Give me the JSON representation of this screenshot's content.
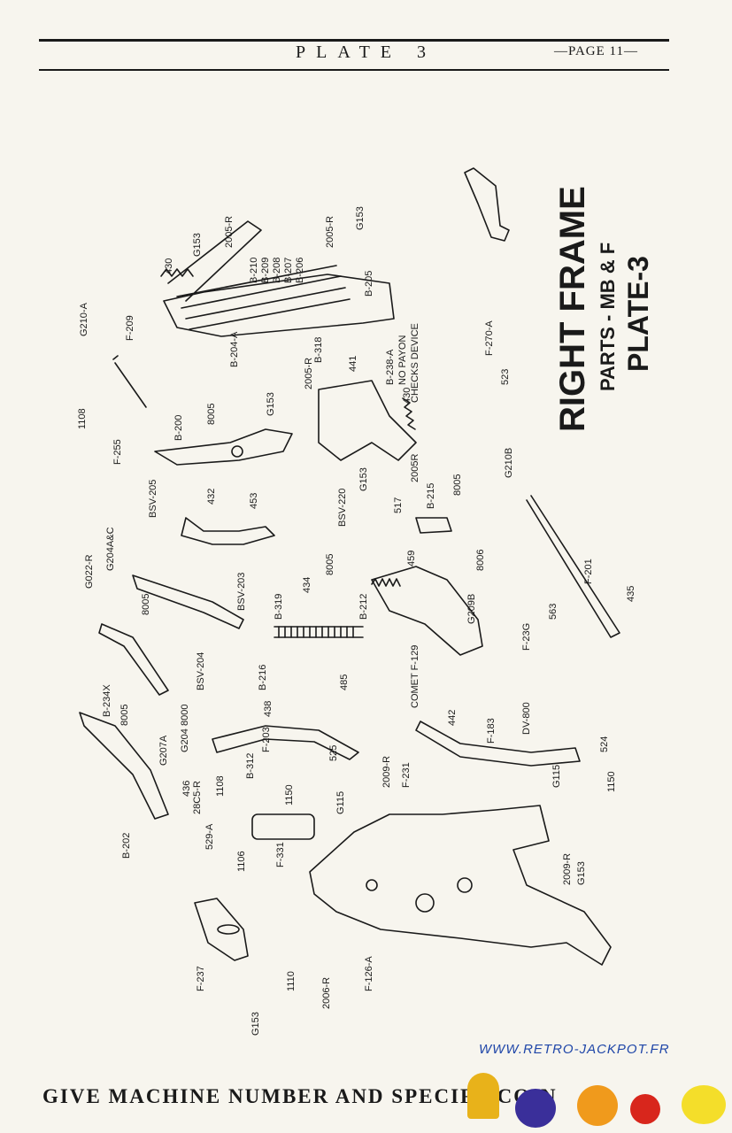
{
  "header": {
    "title": "PLATE 3",
    "page": "—PAGE 11—"
  },
  "diagram_title": {
    "line1": "RIGHT FRAME",
    "line2": "PARTS - MB & F",
    "line3": "PLATE-3"
  },
  "note": {
    "ref": "B-238-A",
    "line1": "NO PAYON",
    "line2": "CHECKS DEVICE"
  },
  "part_labels": [
    {
      "text": "430"
    },
    {
      "text": "G153"
    },
    {
      "text": "2005-R"
    },
    {
      "text": "B-210"
    },
    {
      "text": "B-209"
    },
    {
      "text": "B-208"
    },
    {
      "text": "B-207"
    },
    {
      "text": "B-206"
    },
    {
      "text": "2005-R"
    },
    {
      "text": "G153"
    },
    {
      "text": "B-205"
    },
    {
      "text": "B-204-A"
    },
    {
      "text": "B-318"
    },
    {
      "text": "G210-A"
    },
    {
      "text": "F-209"
    },
    {
      "text": "441"
    },
    {
      "text": "430"
    },
    {
      "text": "G153"
    },
    {
      "text": "2005-R"
    },
    {
      "text": "F-270-A"
    },
    {
      "text": "523"
    },
    {
      "text": "1108"
    },
    {
      "text": "F-255"
    },
    {
      "text": "B-200"
    },
    {
      "text": "8005"
    },
    {
      "text": "2005R"
    },
    {
      "text": "8005"
    },
    {
      "text": "G210B"
    },
    {
      "text": "G153"
    },
    {
      "text": "B-215"
    },
    {
      "text": "517"
    },
    {
      "text": "432"
    },
    {
      "text": "453"
    },
    {
      "text": "BSV-205"
    },
    {
      "text": "BSV-220"
    },
    {
      "text": "459"
    },
    {
      "text": "8006"
    },
    {
      "text": "F-201"
    },
    {
      "text": "G022-R"
    },
    {
      "text": "G204A&C"
    },
    {
      "text": "8005"
    },
    {
      "text": "BSV-203"
    },
    {
      "text": "BSV-204"
    },
    {
      "text": "434"
    },
    {
      "text": "8005"
    },
    {
      "text": "B-319"
    },
    {
      "text": "B-212"
    },
    {
      "text": "G209B"
    },
    {
      "text": "F-23G"
    },
    {
      "text": "563"
    },
    {
      "text": "435"
    },
    {
      "text": "B-234X"
    },
    {
      "text": "8005"
    },
    {
      "text": "8000"
    },
    {
      "text": "G204"
    },
    {
      "text": "B-216"
    },
    {
      "text": "485"
    },
    {
      "text": "COMET F-129"
    },
    {
      "text": "442"
    },
    {
      "text": "DV-800"
    },
    {
      "text": "F-183"
    },
    {
      "text": "G207A"
    },
    {
      "text": "436"
    },
    {
      "text": "B-202"
    },
    {
      "text": "28C5-R"
    },
    {
      "text": "529-A"
    },
    {
      "text": "1106"
    },
    {
      "text": "B-312"
    },
    {
      "text": "F-203"
    },
    {
      "text": "1108"
    },
    {
      "text": "438"
    },
    {
      "text": "525"
    },
    {
      "text": "1150"
    },
    {
      "text": "G115"
    },
    {
      "text": "F-331"
    },
    {
      "text": "2009-R"
    },
    {
      "text": "F-231"
    },
    {
      "text": "524"
    },
    {
      "text": "G115"
    },
    {
      "text": "1150"
    },
    {
      "text": "2009-R"
    },
    {
      "text": "G153"
    },
    {
      "text": "F-126-A"
    },
    {
      "text": "F-237"
    },
    {
      "text": "G153"
    },
    {
      "text": "1110"
    },
    {
      "text": "2006-R"
    }
  ],
  "footer": {
    "text": "GIVE MACHINE NUMBER AND SPECIFY COIN"
  },
  "watermark": {
    "site": "WWW.RETRO-JACKPOT.FR"
  },
  "colors": {
    "ink": "#1a1a1a",
    "paper": "#f7f5ee",
    "watermark_blue": "#1f46a8"
  }
}
